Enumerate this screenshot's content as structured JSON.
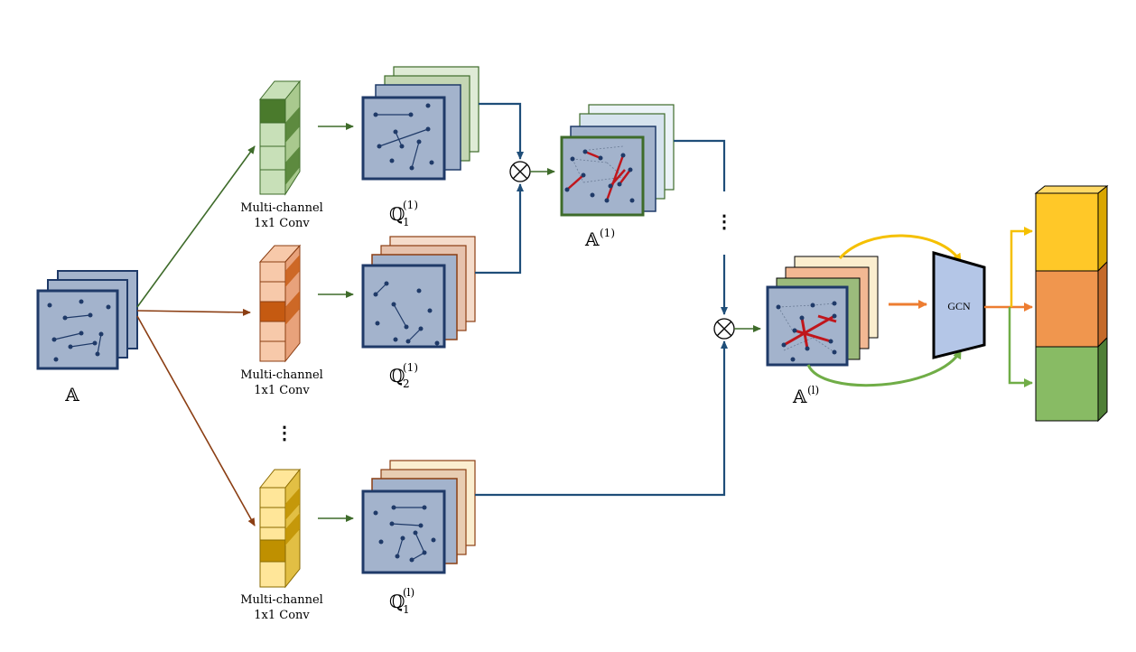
{
  "labels": {
    "conv_line1": "Multi-channel",
    "conv_line2": "1x1 Conv",
    "a_input": "𝔸",
    "q1_base": "ℚ",
    "q1_sub": "1",
    "q1_sup": "(1)",
    "q2_base": "ℚ",
    "q2_sub": "2",
    "q2_sup": "(1)",
    "ql_base": "ℚ",
    "ql_sub": "1",
    "ql_sup": "(l)",
    "a1_base": "𝔸",
    "a1_sup": "(1)",
    "al_base": "𝔸",
    "al_sup": "(l)",
    "otimes": "⊗",
    "ellipsis": "⋮",
    "gcn": "GCN"
  },
  "colors": {
    "graph_fill": "#a3b3cc",
    "graph_stroke": "#1f3a68",
    "node": "#1f3a68",
    "red_edge": "#c0161c",
    "green_arrow": "#3e6b2a",
    "brown_arrow": "#8b3e13",
    "blue_line": "#1f4e79",
    "green_dark": "#4a7a2c",
    "green_light": "#c8e0b8",
    "orange_dark": "#c55a11",
    "orange_light": "#f7c9aa",
    "yellow_dark": "#bf9000",
    "yellow_light": "#ffe699",
    "gcn_fill": "#b4c6e7",
    "out_yellow": "#ffc828",
    "out_orange": "#f0964e",
    "out_green": "#88bb64",
    "arrow_yellow": "#f5c000",
    "arrow_orange": "#ed7d31",
    "arrow_green": "#70ad47"
  }
}
